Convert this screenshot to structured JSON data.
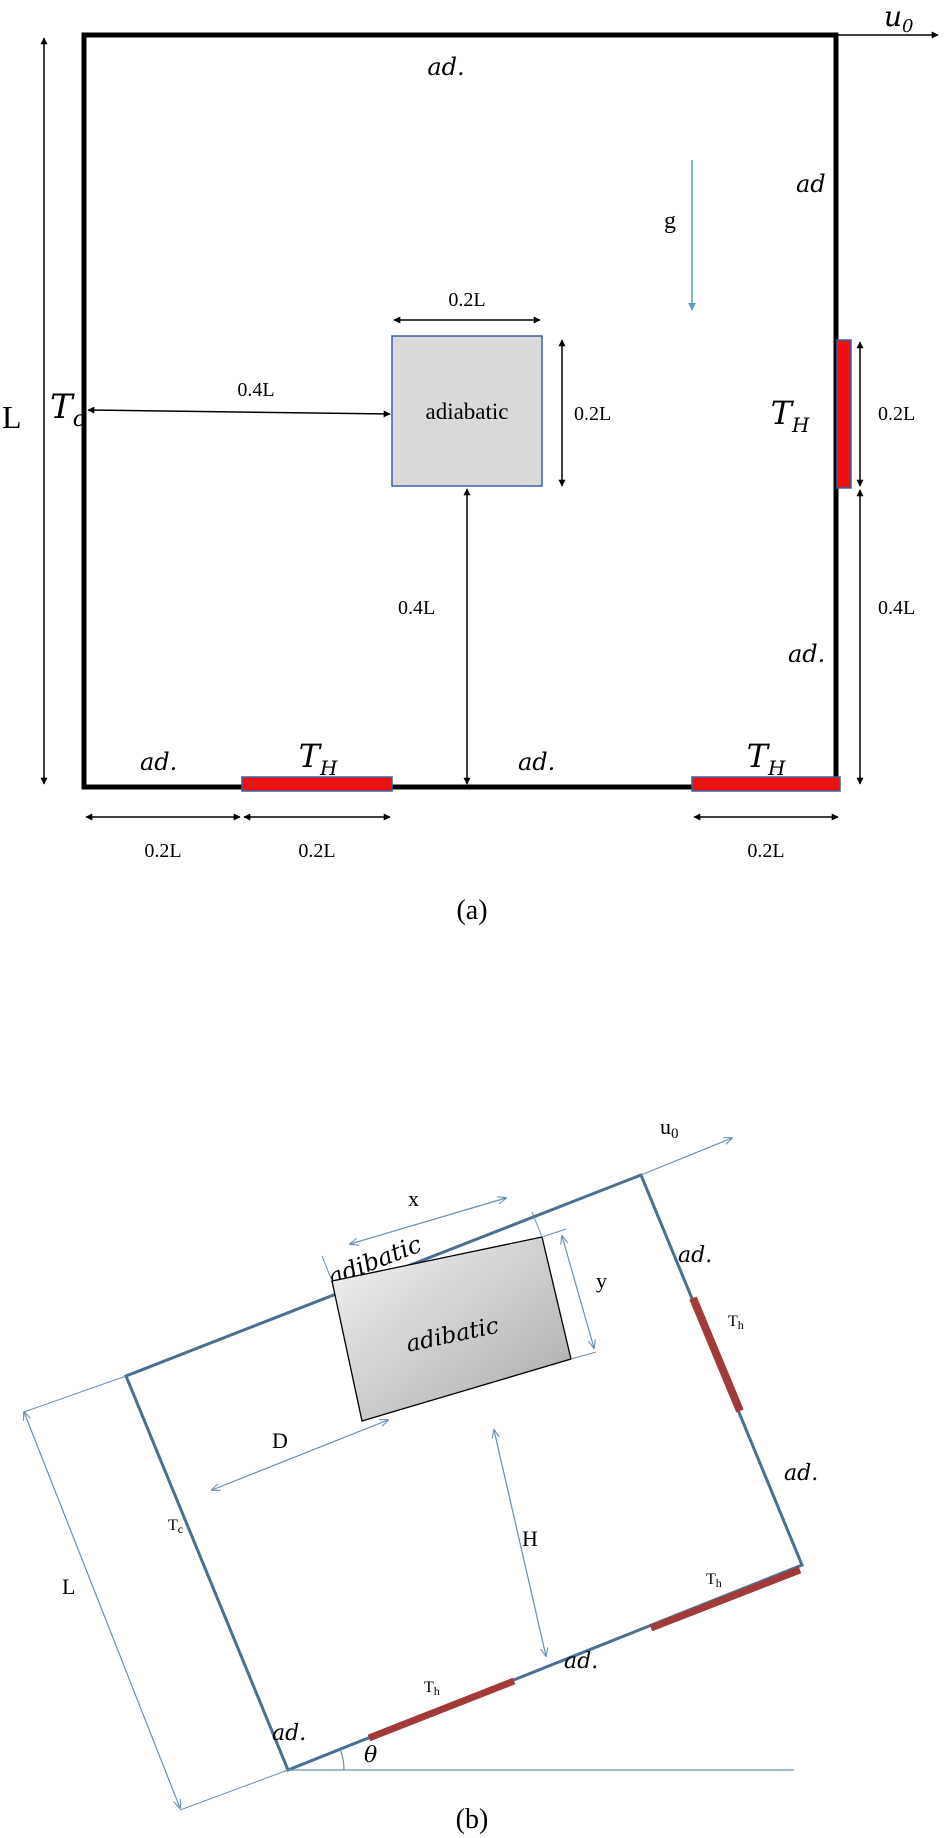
{
  "figure_a": {
    "caption": "(a)",
    "top_wall": "ad.",
    "right_wall_upper": "ad",
    "right_wall_lower": "ad.",
    "bottom_left": "ad.",
    "bottom_middle": "ad.",
    "cold_wall": {
      "base": "T",
      "sub": "c"
    },
    "hot_right": {
      "base": "T",
      "sub": "H"
    },
    "hot_bottom_1": {
      "base": "T",
      "sub": "H"
    },
    "hot_bottom_2": {
      "base": "T",
      "sub": "H"
    },
    "velocity": {
      "base": "u",
      "sub": "0"
    },
    "gravity": "g",
    "obstacle": "adiabatic",
    "dims": {
      "cavity_height": "L",
      "obstacle_width": "0.2L",
      "obstacle_height": "0.2L",
      "obstacle_left_gap": "0.4L",
      "obstacle_bottom_gap": "0.4L",
      "heater_right_len": "0.2L",
      "heater_right_offset": "0.4L",
      "bottom_seg_1": "0.2L",
      "bottom_seg_2": "0.2L",
      "bottom_seg_3": "0.2L"
    },
    "colors": {
      "wall": "#000000",
      "heater": "#ee1111",
      "heater_edge": "#3a5fa8",
      "obstacle_fill": "#d9d9d9",
      "obstacle_edge": "#3a5fa8",
      "gravity": "#5b9bd5"
    }
  },
  "figure_b": {
    "caption": "(b)",
    "top_wall": "adibatic",
    "right_upper": "ad.",
    "right_lower": "ad.",
    "bottom_left": "ad.",
    "bottom_right": "ad.",
    "hot_right": {
      "base": "T",
      "sub": "h"
    },
    "hot_bottom_1": {
      "base": "T",
      "sub": "h"
    },
    "hot_bottom_2": {
      "base": "T",
      "sub": "h"
    },
    "cold_wall": {
      "base": "T",
      "sub": "c"
    },
    "velocity": {
      "base": "u",
      "sub": "0"
    },
    "obstacle": "adibatic",
    "dims": {
      "width": "x",
      "height": "y",
      "left_gap": "D",
      "bottom_gap": "H",
      "cavity": "L",
      "angle": "θ"
    },
    "colors": {
      "wall": "#4a6f91",
      "heater": "#a33a3a",
      "dim": "#6a8fb0"
    }
  }
}
